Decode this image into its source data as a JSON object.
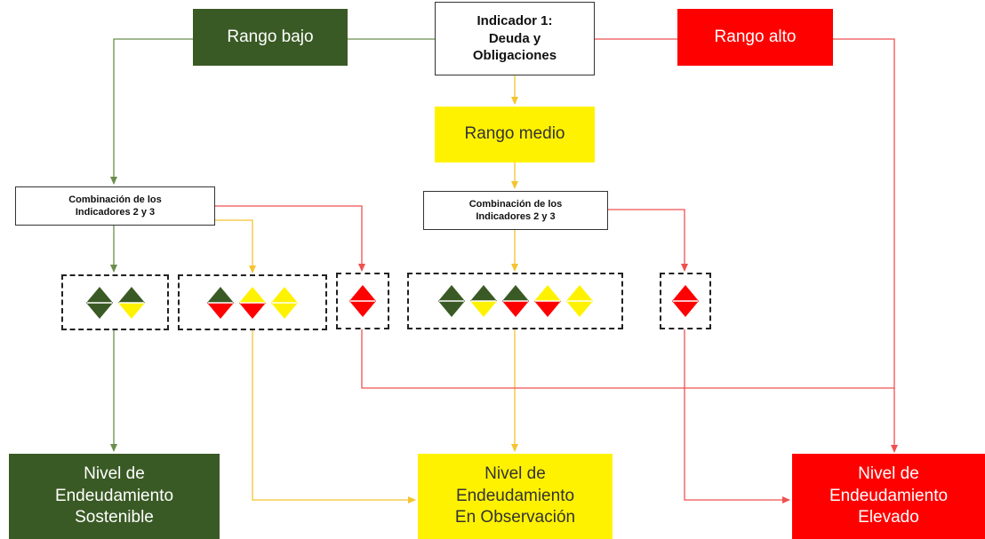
{
  "colors": {
    "green": "#3a5a25",
    "yellow": "#fff200",
    "red": "#ff0000",
    "green_arrow": "#6b8e4e",
    "yellow_arrow": "#f4c430",
    "red_arrow": "#f05050"
  },
  "indicator1": {
    "lines": [
      "Indicador 1:",
      "Deuda y",
      "Obligaciones"
    ]
  },
  "ranges": {
    "low": "Rango bajo",
    "medium": "Rango medio",
    "high": "Rango alto"
  },
  "combo_left": {
    "lines": [
      "Combinación de los",
      "Indicadores 2 y 3"
    ]
  },
  "combo_mid": {
    "lines": [
      "Combinación de los",
      "Indicadores 2 y 3"
    ]
  },
  "groups": {
    "g1": [
      {
        "top": "green",
        "bottom": "green"
      },
      {
        "top": "green",
        "bottom": "yellow"
      }
    ],
    "g2": [
      {
        "top": "green",
        "bottom": "red"
      },
      {
        "top": "yellow",
        "bottom": "red"
      },
      {
        "top": "yellow",
        "bottom": "yellow"
      }
    ],
    "g3": [
      {
        "top": "red",
        "bottom": "red"
      }
    ],
    "g4": [
      {
        "top": "green",
        "bottom": "green"
      },
      {
        "top": "green",
        "bottom": "yellow"
      },
      {
        "top": "green",
        "bottom": "red"
      },
      {
        "top": "yellow",
        "bottom": "red"
      },
      {
        "top": "yellow",
        "bottom": "yellow"
      }
    ],
    "g5": [
      {
        "top": "red",
        "bottom": "red"
      }
    ]
  },
  "outcomes": {
    "sustainable": [
      "Nivel de",
      "Endeudamiento",
      "Sostenible"
    ],
    "observation": [
      "Nivel de",
      "Endeudamiento",
      "En Observación"
    ],
    "elevated": [
      "Nivel de",
      "Endeudamiento",
      "Elevado"
    ]
  }
}
